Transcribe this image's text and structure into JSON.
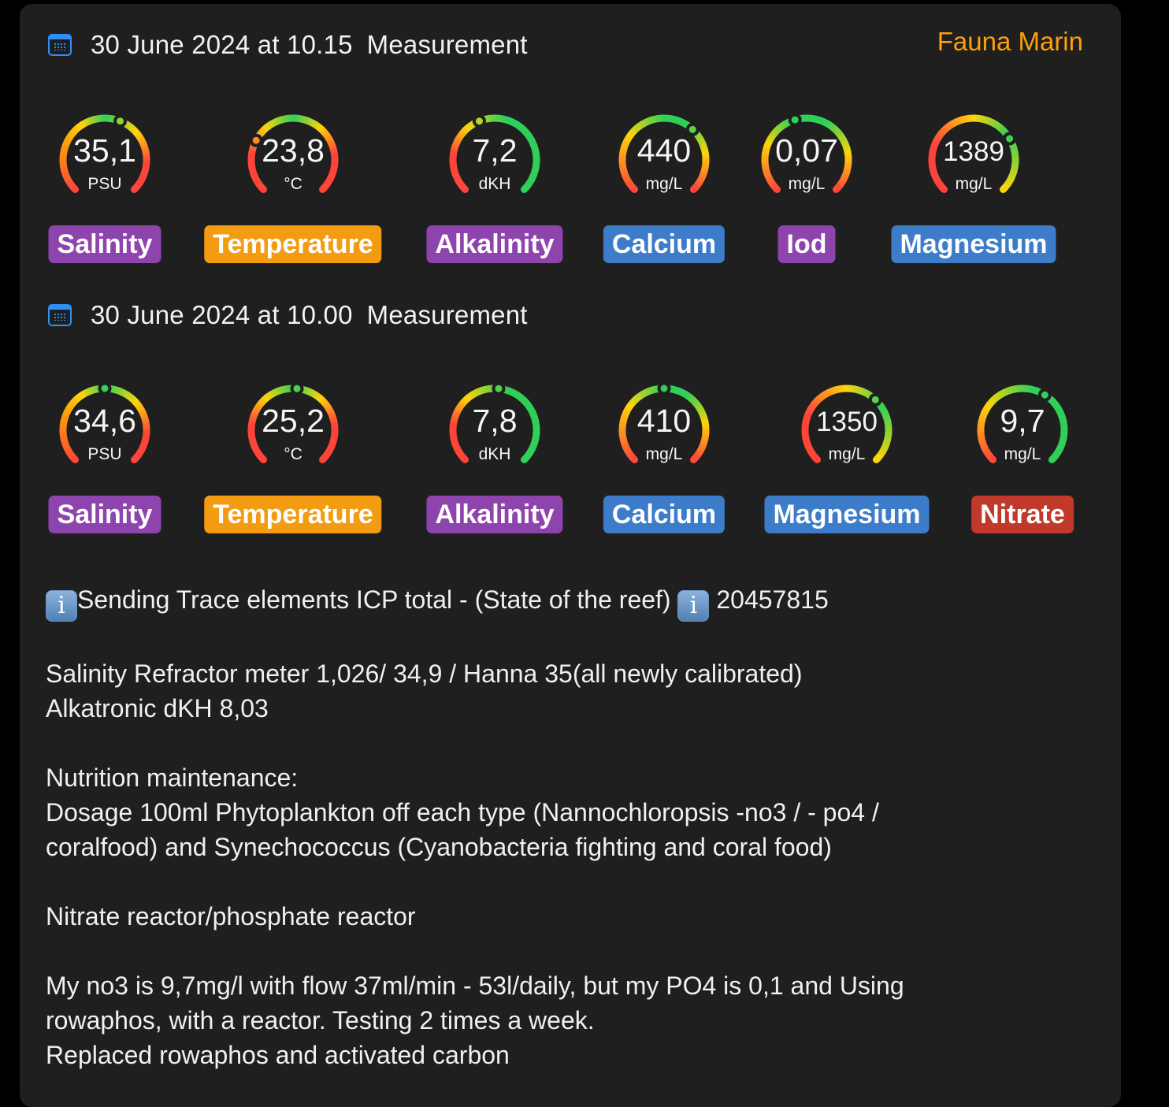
{
  "brand": "Fauna Marin",
  "colors": {
    "red": "#ff453a",
    "orange": "#ff9f0a",
    "yellow": "#ffd60a",
    "green": "#30d158",
    "purple": "#8e44ad",
    "amber": "#f39c12",
    "blue": "#3d7cc9",
    "crimson": "#c0392b"
  },
  "measurements": [
    {
      "date": "30 June 2024 at 10.15",
      "label": "Measurement",
      "params": [
        {
          "value": "35,1",
          "unit": "PSU",
          "name": "Salinity",
          "badge": "#8e44ad",
          "marker": 0.58,
          "stops": [
            [
              0,
              "#ff453a"
            ],
            [
              0.25,
              "#ff9f0a"
            ],
            [
              0.38,
              "#ffd60a"
            ],
            [
              0.5,
              "#30d158"
            ],
            [
              0.68,
              "#ffd60a"
            ],
            [
              0.85,
              "#ff453a"
            ],
            [
              1,
              "#ff453a"
            ]
          ]
        },
        {
          "value": "23,8",
          "unit": "°C",
          "name": "Temperature",
          "badge": "#f39c12",
          "marker": 0.27,
          "stops": [
            [
              0,
              "#ff453a"
            ],
            [
              0.2,
              "#ff453a"
            ],
            [
              0.35,
              "#ffd60a"
            ],
            [
              0.5,
              "#30d158"
            ],
            [
              0.65,
              "#ffd60a"
            ],
            [
              0.8,
              "#ff453a"
            ],
            [
              1,
              "#ff453a"
            ]
          ]
        },
        {
          "value": "7,2",
          "unit": "dKH",
          "name": "Alkalinity",
          "badge": "#8e44ad",
          "marker": 0.42,
          "stops": [
            [
              0,
              "#ff453a"
            ],
            [
              0.2,
              "#ff453a"
            ],
            [
              0.35,
              "#ffd60a"
            ],
            [
              0.55,
              "#30d158"
            ],
            [
              1,
              "#30d158"
            ]
          ]
        },
        {
          "value": "440",
          "unit": "mg/L",
          "name": "Calcium",
          "badge": "#3d7cc9",
          "marker": 0.66,
          "stops": [
            [
              0,
              "#ff453a"
            ],
            [
              0.3,
              "#ffd60a"
            ],
            [
              0.5,
              "#30d158"
            ],
            [
              0.62,
              "#30d158"
            ],
            [
              0.8,
              "#ffd60a"
            ],
            [
              1,
              "#ff453a"
            ]
          ]
        },
        {
          "value": "0,07",
          "unit": "mg/L",
          "name": "Iod",
          "badge": "#8e44ad",
          "marker": 0.44,
          "stops": [
            [
              0,
              "#ff453a"
            ],
            [
              0.25,
              "#ffd60a"
            ],
            [
              0.42,
              "#30d158"
            ],
            [
              0.6,
              "#30d158"
            ],
            [
              0.8,
              "#ffd60a"
            ],
            [
              1,
              "#ff453a"
            ]
          ]
        },
        {
          "value": "1389",
          "unit": "mg/L",
          "name": "Magnesium",
          "badge": "#3d7cc9",
          "marker": 0.72,
          "stops": [
            [
              0,
              "#ff453a"
            ],
            [
              0.25,
              "#ff453a"
            ],
            [
              0.5,
              "#ffd60a"
            ],
            [
              0.7,
              "#30d158"
            ],
            [
              1,
              "#ffd60a"
            ]
          ]
        }
      ]
    },
    {
      "date": "30 June 2024 at 10.00",
      "label": "Measurement",
      "params": [
        {
          "value": "34,6",
          "unit": "PSU",
          "name": "Salinity",
          "badge": "#8e44ad",
          "marker": 0.5,
          "stops": [
            [
              0,
              "#ff453a"
            ],
            [
              0.25,
              "#ff9f0a"
            ],
            [
              0.38,
              "#ffd60a"
            ],
            [
              0.5,
              "#30d158"
            ],
            [
              0.68,
              "#ffd60a"
            ],
            [
              0.85,
              "#ff453a"
            ],
            [
              1,
              "#ff453a"
            ]
          ]
        },
        {
          "value": "25,2",
          "unit": "°C",
          "name": "Temperature",
          "badge": "#f39c12",
          "marker": 0.52,
          "stops": [
            [
              0,
              "#ff453a"
            ],
            [
              0.2,
              "#ff453a"
            ],
            [
              0.35,
              "#ffd60a"
            ],
            [
              0.5,
              "#30d158"
            ],
            [
              0.65,
              "#ffd60a"
            ],
            [
              0.8,
              "#ff453a"
            ],
            [
              1,
              "#ff453a"
            ]
          ]
        },
        {
          "value": "7,8",
          "unit": "dKH",
          "name": "Alkalinity",
          "badge": "#8e44ad",
          "marker": 0.52,
          "stops": [
            [
              0,
              "#ff453a"
            ],
            [
              0.2,
              "#ff453a"
            ],
            [
              0.35,
              "#ffd60a"
            ],
            [
              0.55,
              "#30d158"
            ],
            [
              1,
              "#30d158"
            ]
          ]
        },
        {
          "value": "410",
          "unit": "mg/L",
          "name": "Calcium",
          "badge": "#3d7cc9",
          "marker": 0.5,
          "stops": [
            [
              0,
              "#ff453a"
            ],
            [
              0.3,
              "#ffd60a"
            ],
            [
              0.5,
              "#30d158"
            ],
            [
              0.62,
              "#30d158"
            ],
            [
              0.8,
              "#ffd60a"
            ],
            [
              1,
              "#ff453a"
            ]
          ]
        },
        {
          "value": "1350",
          "unit": "mg/L",
          "name": "Magnesium",
          "badge": "#3d7cc9",
          "marker": 0.66,
          "stops": [
            [
              0,
              "#ff453a"
            ],
            [
              0.25,
              "#ff453a"
            ],
            [
              0.5,
              "#ffd60a"
            ],
            [
              0.7,
              "#30d158"
            ],
            [
              1,
              "#ffd60a"
            ]
          ]
        },
        {
          "value": "9,7",
          "unit": "mg/L",
          "name": "Nitrate",
          "badge": "#c0392b",
          "marker": 0.62,
          "stops": [
            [
              0,
              "#ff453a"
            ],
            [
              0.3,
              "#ffd60a"
            ],
            [
              0.55,
              "#30d158"
            ],
            [
              1,
              "#30d158"
            ]
          ]
        }
      ]
    }
  ],
  "notes": {
    "info_line": {
      "part1": "Sending Trace elements ICP total -  (State of the reef) ",
      "part2": " 20457815",
      "icon": "i"
    },
    "lines": [
      "",
      "Salinity Refractor meter 1,026/ 34,9 / Hanna 35(all newly calibrated)",
      "Alkatronic dKH 8,03",
      "",
      "Nutrition maintenance:",
      "Dosage 100ml Phytoplankton off each type (Nannochloropsis -no3 / - po4  /",
      "coralfood) and Synechococcus (Cyanobacteria fighting and coral food)",
      "",
      "Nitrate reactor/phosphate reactor",
      "",
      "My no3 is 9,7mg/l with flow 37ml/min - 53l/daily, but my PO4 is 0,1 and Using",
      "rowaphos, with a reactor. Testing 2 times a week.",
      "Replaced rowaphos and activated carbon"
    ]
  }
}
